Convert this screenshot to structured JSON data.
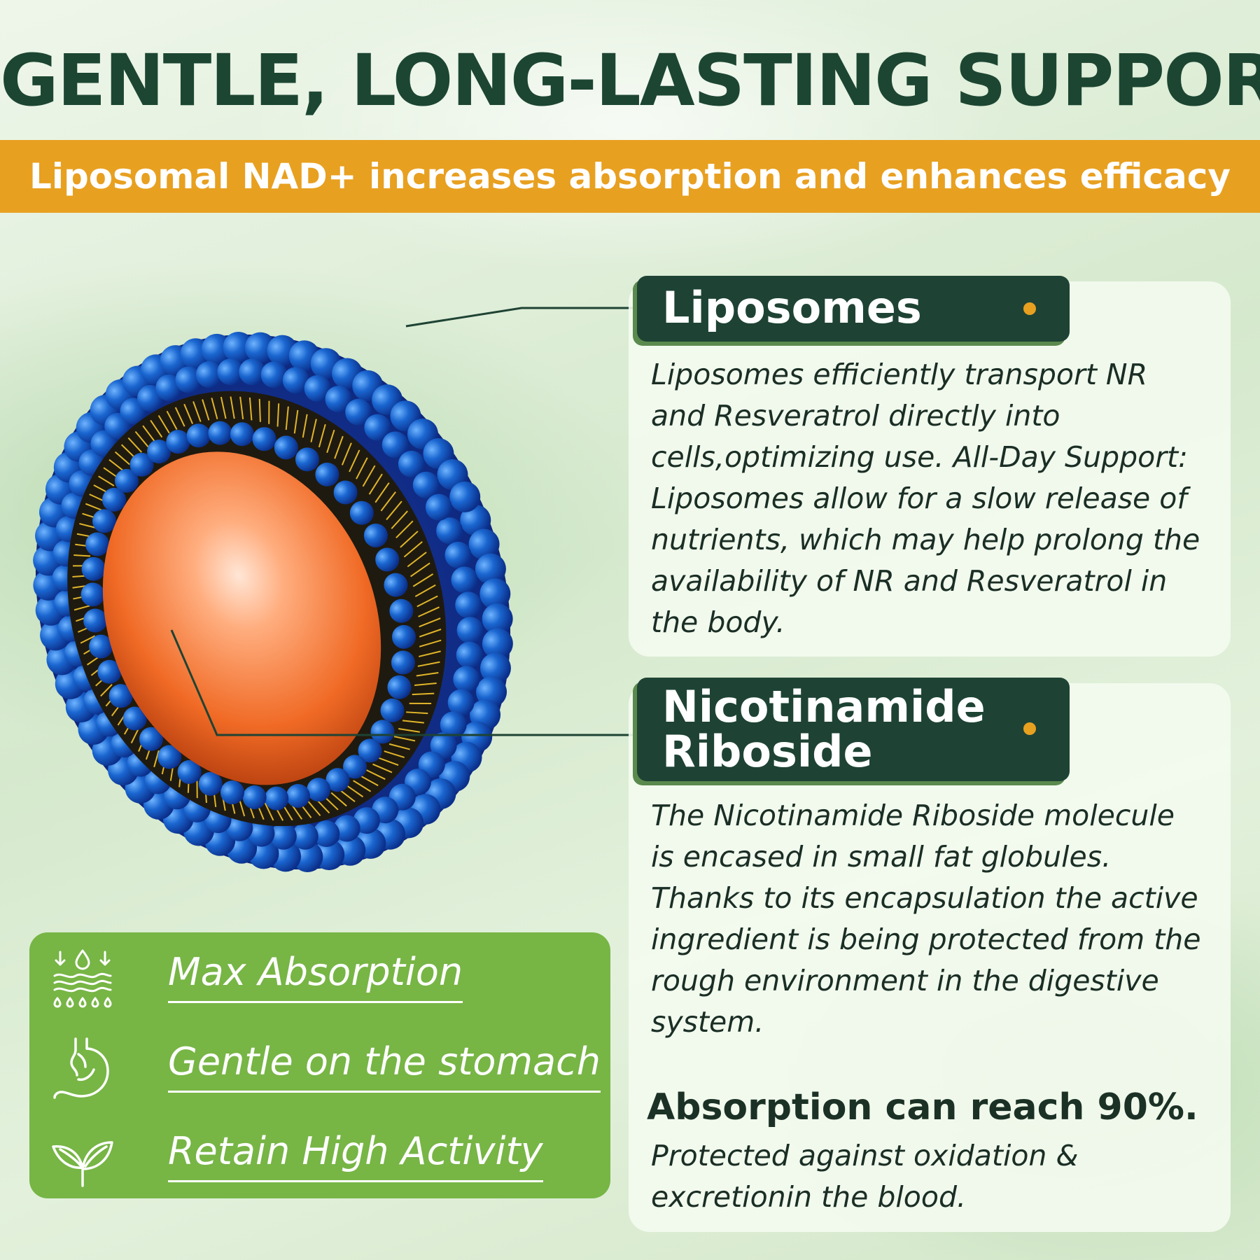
{
  "headline": "GENTLE, LONG-LASTING SUPPORT",
  "banner": "Liposomal NAD+ increases absorption and enhances efficacy",
  "colors": {
    "dark_green": "#1e4334",
    "orange": "#e8a020",
    "leaf_green": "#77b545",
    "liposome_blue": "#1a66d0",
    "core_orange": "#f07a30"
  },
  "sections": [
    {
      "title": "Liposomes",
      "text": "Liposomes efficiently transport NR and Resveratrol directly into cells,optimizing use. All-Day Support: Liposomes allow for a slow release of nutrients, which may help prolong the availability of NR and Resveratrol in the body."
    },
    {
      "title": "Nicotinamide Riboside",
      "text": "The Nicotinamide Riboside molecule is encased in small fat globules. Thanks to its encapsulation the active ingredient is being protected from the rough environment in the digestive system.",
      "highlight": "Absorption can reach 90%.",
      "note": "Protected against oxidation & excretionin the blood."
    }
  ],
  "benefits": [
    {
      "label": "Max Absorption",
      "icon": "absorption-icon"
    },
    {
      "label": "Gentle on the stomach",
      "icon": "stomach-icon"
    },
    {
      "label": "Retain High Activity",
      "icon": "leaf-icon"
    }
  ]
}
